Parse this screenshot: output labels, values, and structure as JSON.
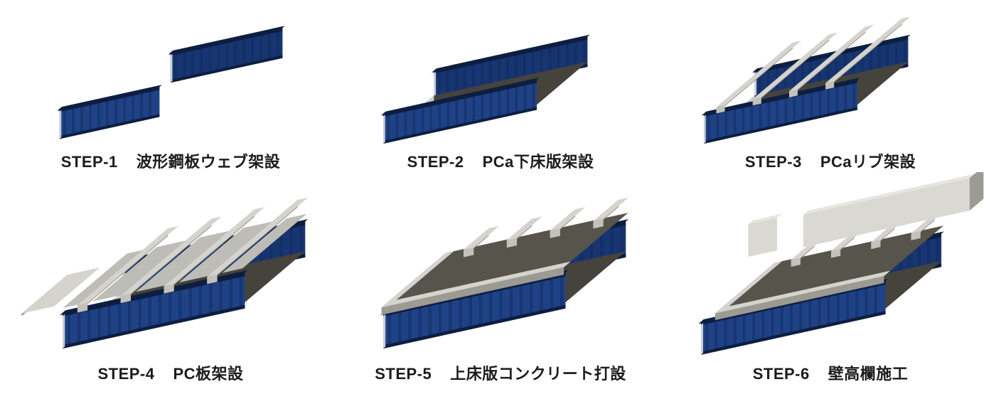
{
  "figure": {
    "kind": "construction-sequence-diagram",
    "rows": 2,
    "columns": 3
  },
  "steps": [
    {
      "id": "STEP-1",
      "title": "波形鋼板ウェブ架設",
      "illustration": "corrugated-steel-web-erection"
    },
    {
      "id": "STEP-2",
      "title": "PCa下床版架設",
      "illustration": "precast-bottom-slab-erection"
    },
    {
      "id": "STEP-3",
      "title": "PCaリブ架設",
      "illustration": "precast-rib-erection"
    },
    {
      "id": "STEP-4",
      "title": "PC板架設",
      "illustration": "pc-panel-erection"
    },
    {
      "id": "STEP-5",
      "title": "上床版コンクリート打設",
      "illustration": "top-slab-concrete-casting"
    },
    {
      "id": "STEP-6",
      "title": "壁高欄施工",
      "illustration": "parapet-wall-construction"
    }
  ],
  "colors": {
    "background": "#ffffff",
    "caption_text": "#1c1c1c",
    "steel_web": "#1f4287",
    "steel_web_far": "#173571",
    "steel_stripe": "#122a5c",
    "steel_flange": "#0d1e40",
    "steel_end": "#c9cfd8",
    "box_interior": "#45433c",
    "concrete_cut": "#cfcec8",
    "concrete_top": "#d4d3cd",
    "concrete_side": "#9b9a93",
    "concrete_end": "#c2c1bb",
    "concrete_panel": "#bdbcb6",
    "cast_surface": "#57544c",
    "wall_face": "#d9d8d2",
    "wall_top": "#e6e5df"
  }
}
